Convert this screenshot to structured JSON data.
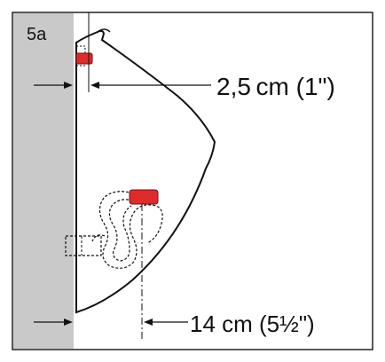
{
  "figure": {
    "label": "5a",
    "dimension_top": "2,5 cm (1\")",
    "dimension_bottom": "14 cm (5½\")",
    "colors": {
      "wall": "#c9c9c9",
      "accent_red": "#e02b2b",
      "line": "#111111",
      "frame": "#222222"
    }
  }
}
